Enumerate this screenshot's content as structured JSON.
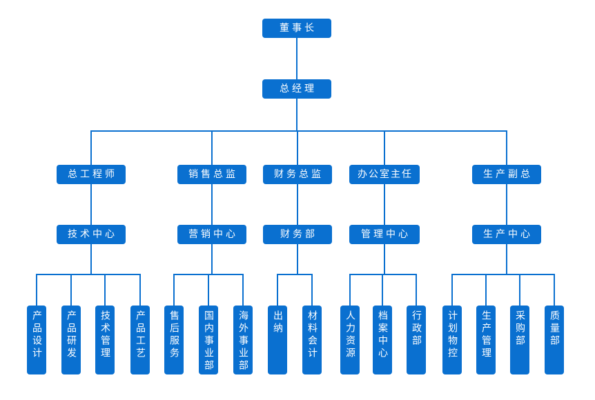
{
  "colors": {
    "node_fill": "#0a70d0",
    "node_text": "#ffffff",
    "connector": "#0a70d0",
    "background": "#ffffff"
  },
  "org": {
    "chairman": {
      "label": "董事长"
    },
    "general_manager": {
      "label": "总经理"
    },
    "branches": [
      {
        "head": "总工程师",
        "center": "技术中心",
        "departments": [
          "产品设计",
          "产品研发",
          "技术管理",
          "产品工艺"
        ]
      },
      {
        "head": "销售总监",
        "center": "营销中心",
        "departments": [
          "售后服务",
          "国内事业部",
          "海外事业部"
        ]
      },
      {
        "head": "财务总监",
        "center": "财务部",
        "departments": [
          "出纳",
          "材料会计"
        ]
      },
      {
        "head": "办公室主任",
        "center": "管理中心",
        "departments": [
          "人力资源",
          "档案中心",
          "行政部"
        ]
      },
      {
        "head": "生产副总",
        "center": "生产中心",
        "departments": [
          "计划物控",
          "生产管理",
          "采购部",
          "质量部"
        ]
      }
    ]
  }
}
